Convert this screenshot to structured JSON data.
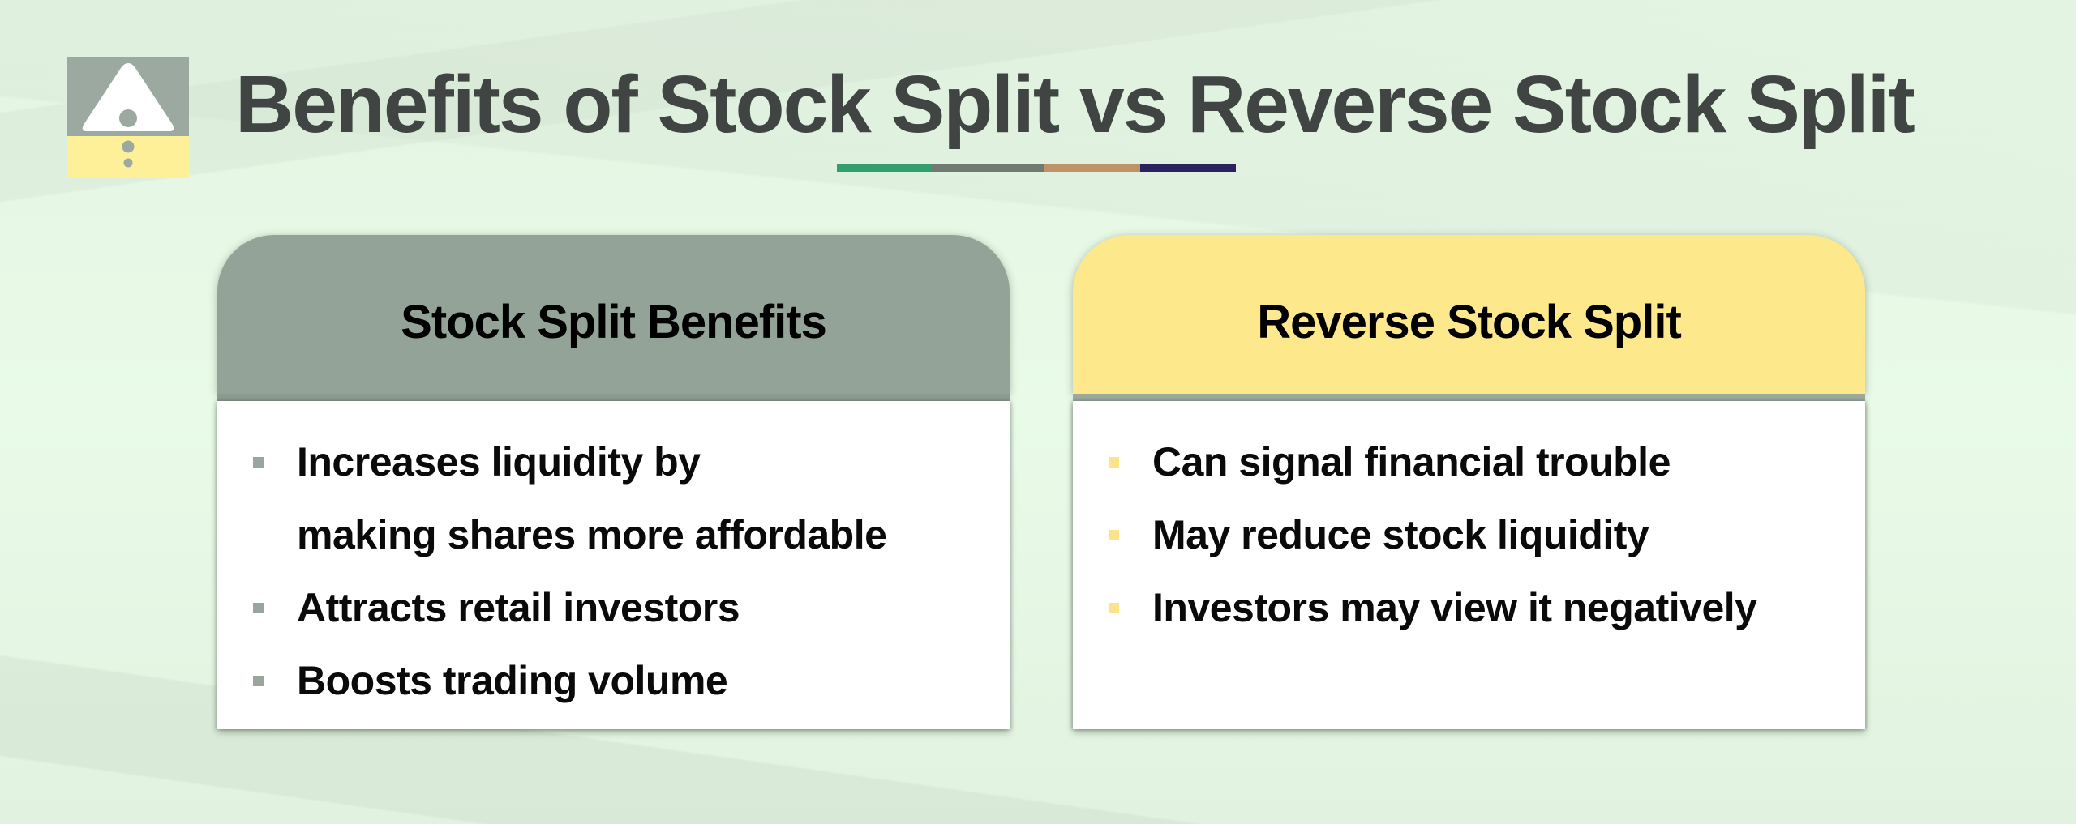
{
  "slide": {
    "title": "Benefits of Stock Split vs Reverse Stock Split",
    "title_color": "#404543",
    "title_bar_segments": [
      {
        "color": "#339e6e",
        "width": 117
      },
      {
        "color": "#6e7a72",
        "width": 138
      },
      {
        "color": "#bf9268",
        "width": 119
      },
      {
        "color": "#2a2360",
        "width": 118
      }
    ],
    "logo": {
      "icon": "warning-triangle-icon",
      "top_color": "#9ba9a0",
      "bottom_color": "#fdf099"
    }
  },
  "cards": [
    {
      "title": "Stock Split Benefits",
      "header_color": "#94a398",
      "bullet_color": "#9aa59e",
      "items": [
        {
          "line1": "Increases liquidity by",
          "line2": "making shares more affordable"
        },
        {
          "line1": "Attracts retail investors"
        },
        {
          "line1": "Boosts trading volume"
        }
      ]
    },
    {
      "title": "Reverse Stock Split",
      "header_color": "#fde88c",
      "bullet_color": "#fce38a",
      "items": [
        {
          "line1": "Can signal financial trouble"
        },
        {
          "line1": "May reduce stock liquidity"
        },
        {
          "line1": "Investors may view it negatively"
        }
      ]
    }
  ]
}
